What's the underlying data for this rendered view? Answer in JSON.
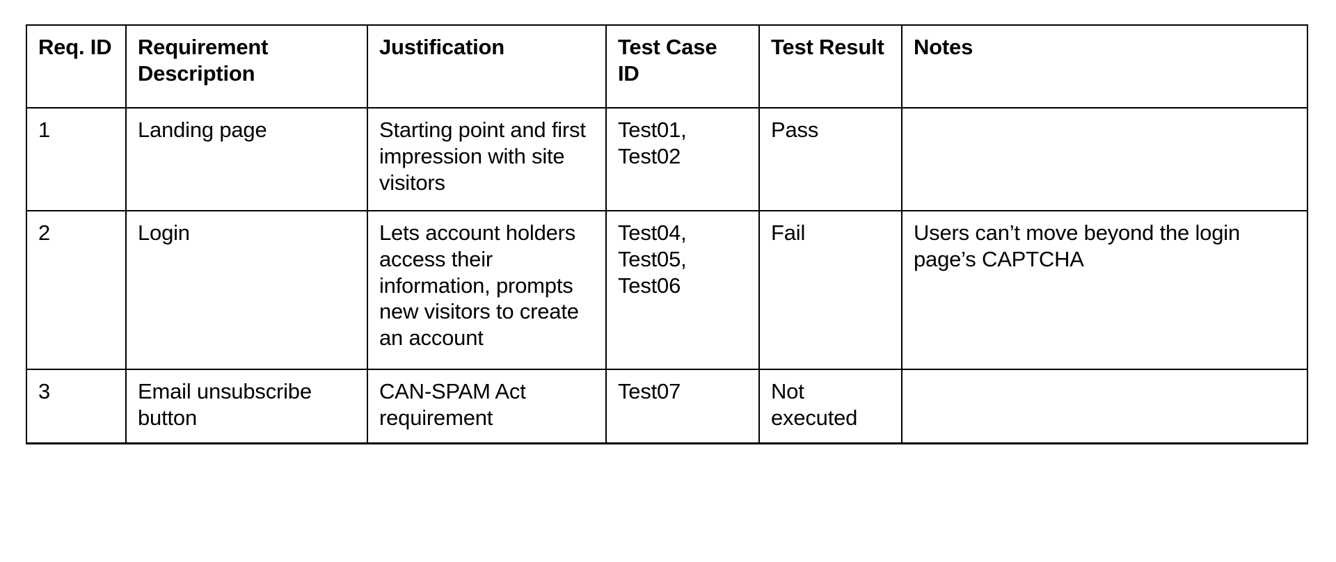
{
  "document": {
    "type": "requirements-traceability-matrix-table",
    "background_color": "#ffffff",
    "text_color": "#000000",
    "border_color": "#000000"
  },
  "table": {
    "columns": [
      {
        "key": "req_id",
        "label": "Req. ID"
      },
      {
        "key": "description",
        "label": "Requirement\nDescription"
      },
      {
        "key": "justification",
        "label": "Justification"
      },
      {
        "key": "test_case_id",
        "label": "Test Case\nID"
      },
      {
        "key": "test_result",
        "label": "Test Result"
      },
      {
        "key": "notes",
        "label": "Notes"
      }
    ],
    "rows": [
      {
        "req_id": "1",
        "description": "Landing page",
        "justification": "Starting point and first impression with site visitors",
        "test_case_id": "Test01,\nTest02",
        "test_result": "Pass",
        "notes": ""
      },
      {
        "req_id": "2",
        "description": "Login",
        "justification": "Lets account holders access their information, prompts new visitors to create an account",
        "test_case_id": "Test04,\nTest05,\nTest06",
        "test_result": "Fail",
        "notes": "Users can’t move beyond the login page’s CAPTCHA"
      },
      {
        "req_id": "3",
        "description": "Email unsubscribe button",
        "justification": "CAN-SPAM Act requirement",
        "test_case_id": "Test07",
        "test_result": "Not executed",
        "notes": ""
      }
    ]
  }
}
